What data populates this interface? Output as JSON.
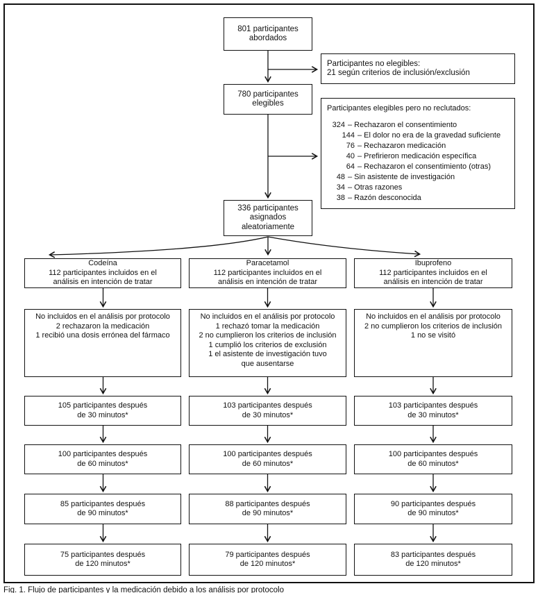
{
  "figure": {
    "caption": "Fig. 1. Flujo de participantes y la medicación debido a los análisis por protocolo"
  },
  "colors": {
    "line": "#111111",
    "background": "#ffffff"
  },
  "flow": {
    "approached": {
      "lines": [
        "801 participantes",
        "abordados"
      ]
    },
    "not_eligible": {
      "lines": [
        "Participantes no elegibles:",
        "21 según criterios de inclusión/exclusión"
      ]
    },
    "eligible": {
      "lines": [
        "780 participantes",
        "elegibles"
      ]
    },
    "not_recruited": {
      "title": "Participantes elegibles pero no reclutados:",
      "items": [
        {
          "value": "324",
          "label": "– Rechazaron el consentimiento",
          "level": 0
        },
        {
          "value": "144",
          "label": "– El dolor no era de la gravedad suficiente",
          "level": 1
        },
        {
          "value": "76",
          "label": "– Rechazaron medicación",
          "level": 1
        },
        {
          "value": "40",
          "label": "– Prefirieron medicación específica",
          "level": 1
        },
        {
          "value": "64",
          "label": "– Rechazaron el consentimiento (otras)",
          "level": 1
        },
        {
          "value": "48",
          "label": "– Sin asistente de investigación",
          "level": 0
        },
        {
          "value": "34",
          "label": "– Otras razones",
          "level": 0
        },
        {
          "value": "38",
          "label": "– Razón desconocida",
          "level": 0
        }
      ]
    },
    "randomized": {
      "lines": [
        "336 participantes",
        "asignados",
        "aleatoriamente"
      ]
    }
  },
  "columns": [
    {
      "name": "Codeína",
      "header": [
        "Codeína",
        "112 participantes incluidos en el",
        "análisis en intención de tratar"
      ],
      "protocol": [
        "No incluidos en el análisis por protocolo",
        "2 rechazaron la medicación",
        "1 recibió una dosis errónea del fármaco"
      ],
      "after_30": [
        "105 participantes después",
        "de 30 minutos*"
      ],
      "after_60": [
        "100 participantes después",
        "de 60 minutos*"
      ],
      "after_90": [
        "85 participantes después",
        "de 90 minutos*"
      ],
      "after_120": [
        "75 participantes después",
        "de 120 minutos*"
      ]
    },
    {
      "name": "Paracetamol",
      "header": [
        "Paracetamol",
        "112 participantes incluidos en el",
        "análisis en intención de tratar"
      ],
      "protocol": [
        "No incluidos en el análisis por protocolo",
        "1 rechazó tomar la medicación",
        "2 no cumplieron los criterios de inclusión",
        "1 cumplió los criterios de exclusión",
        "1 el asistente de investigación tuvo",
        "que ausentarse"
      ],
      "after_30": [
        "103 participantes después",
        "de 30 minutos*"
      ],
      "after_60": [
        "100 participantes después",
        "de 60 minutos*"
      ],
      "after_90": [
        "88 participantes después",
        "de 90 minutos*"
      ],
      "after_120": [
        "79 participantes después",
        "de 120 minutos*"
      ]
    },
    {
      "name": "Ibuprofeno",
      "header": [
        "Ibuprofeno",
        "112 participantes incluidos en el",
        "análisis en intención de tratar"
      ],
      "protocol": [
        "No incluidos en el análisis por protocolo",
        "2 no cumplieron los criterios de inclusión",
        "1 no se visitó"
      ],
      "after_30": [
        "103 participantes después",
        "de 30 minutos*"
      ],
      "after_60": [
        "100 participantes después",
        "de 60 minutos*"
      ],
      "after_90": [
        "90 participantes después",
        "de 90 minutos*"
      ],
      "after_120": [
        "83 participantes después",
        "de 120 minutos*"
      ]
    }
  ]
}
